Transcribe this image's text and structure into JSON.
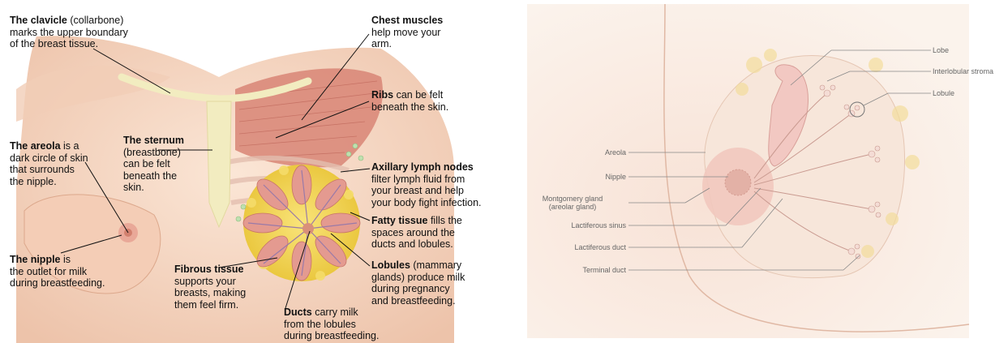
{
  "left_panel": {
    "clavicle": {
      "term": "The clavicle",
      "rest": " (collarbone)",
      "desc": "marks the upper boundary\nof the breast tissue."
    },
    "chest": {
      "term": "Chest muscles",
      "rest": "",
      "desc": "help move your\narm."
    },
    "ribs": {
      "term": "Ribs",
      "rest": " can be felt",
      "desc": "beneath the skin."
    },
    "areola": {
      "term": "The areola",
      "rest": " is a",
      "desc": "dark circle of skin\nthat surrounds\nthe nipple."
    },
    "sternum": {
      "term": "The sternum",
      "rest": "",
      "desc": "(breastbone)\ncan be felt\nbeneath the\nskin."
    },
    "axillary": {
      "term": "Axillary lymph nodes",
      "rest": "",
      "desc": "filter lymph fluid from\nyour breast and help\nyour body fight infection."
    },
    "fatty": {
      "term": "Fatty tissue",
      "rest": " fills the",
      "desc": "spaces around the\nducts and lobules."
    },
    "nipple": {
      "term": "The nipple",
      "rest": " is",
      "desc": "the outlet for milk\nduring breastfeeding."
    },
    "fibrous": {
      "term": "Fibrous tissue",
      "rest": "",
      "desc": "supports your\nbreasts, making\nthem feel firm."
    },
    "lobules": {
      "term": "Lobules",
      "rest": " (mammary",
      "desc": "glands) produce milk\nduring pregnancy\nand breastfeeding."
    },
    "ducts": {
      "term": "Ducts",
      "rest": " carry milk",
      "desc": "from the lobules\nduring breastfeeding."
    }
  },
  "right_panel": {
    "lobe": "Lobe",
    "stroma": "Interlobular stroma",
    "lobule": "Lobule",
    "areola": "Areola",
    "nipple": "Nipple",
    "montgomery": "Montgomery gland\n(areolar gland)",
    "sinus": "Lactiferous sinus",
    "duct": "Lactiferous duct",
    "terminal": "Terminal duct"
  },
  "colors": {
    "skin": "#f6d8c4",
    "skin_shadow": "#e8b89e",
    "muscle": "#d88576",
    "bone": "#f2ecc0",
    "fat": "#f0d24a",
    "lobule": "#e49a90",
    "right_bg": "#fbefe6",
    "right_skin": "#f4d9cb"
  }
}
